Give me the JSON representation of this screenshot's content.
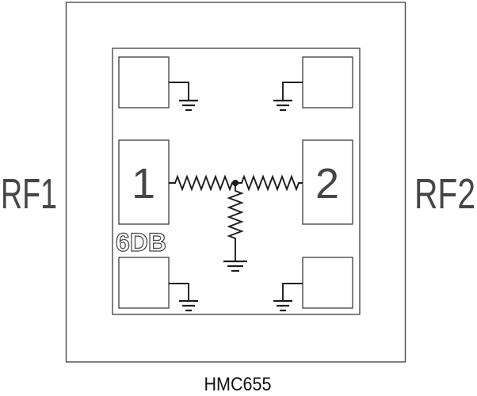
{
  "figure": {
    "caption": "HMC655",
    "attenuation_label": "6DB",
    "left_port_label": "RF1",
    "right_port_label": "RF2",
    "port1_label": "1",
    "port2_label": "2"
  },
  "colors": {
    "background": "#ffffff",
    "outline": "#4a4a4a",
    "wire": "#1d1d1d",
    "label": "#464646",
    "caption": "#111111"
  }
}
